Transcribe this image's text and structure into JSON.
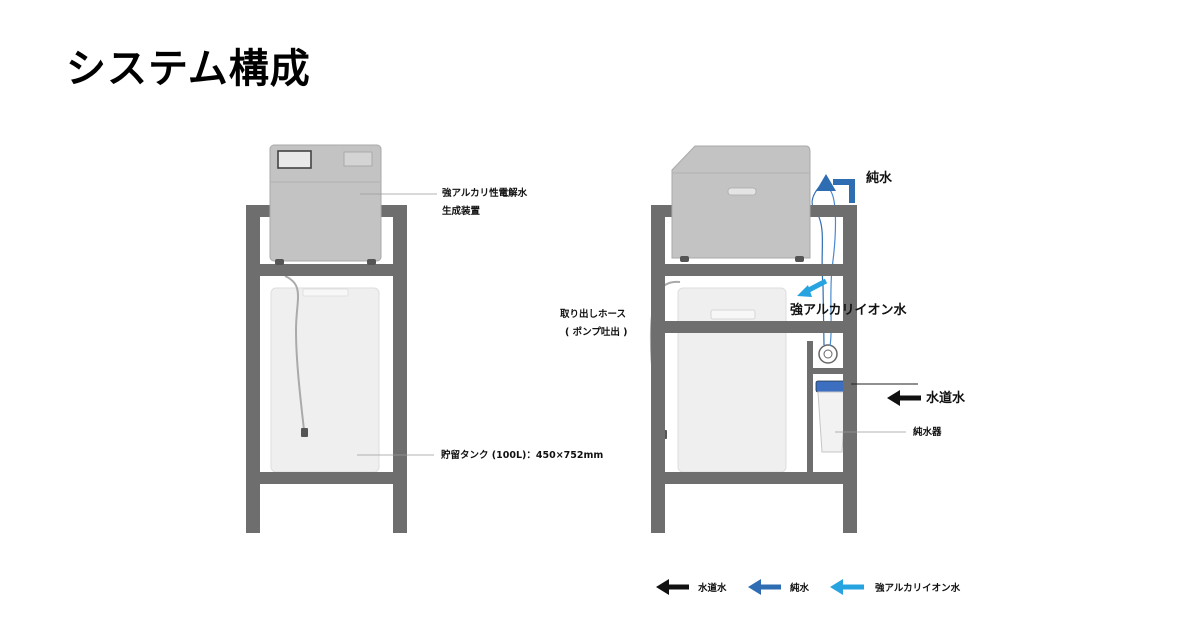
{
  "title": "システム構成",
  "left_labels": {
    "device_line1": "強アルカリ性電解水",
    "device_line2": "生成装置",
    "tank": "貯留タンク (100L)：450×752mm"
  },
  "right_labels": {
    "pure_water": "純水",
    "alkaline_ion_water": "強アルカリイオン水",
    "hose_line1": "取り出しホース",
    "hose_line2": "( ポンプ吐出 )",
    "tap_water": "水道水",
    "purifier": "純水器"
  },
  "legend": [
    {
      "label": "水道水",
      "color": "#111111"
    },
    {
      "label": "純水",
      "color": "#2f6db3"
    },
    {
      "label": "強アルカリイオン水",
      "color": "#27a3e0"
    }
  ],
  "colors": {
    "frame": "#6e6e6e",
    "device": "#c3c3c3",
    "tank": "#efefef",
    "tap_water": "#111111",
    "pure_water": "#2f6db3",
    "alkaline_ion_water": "#27a3e0"
  }
}
